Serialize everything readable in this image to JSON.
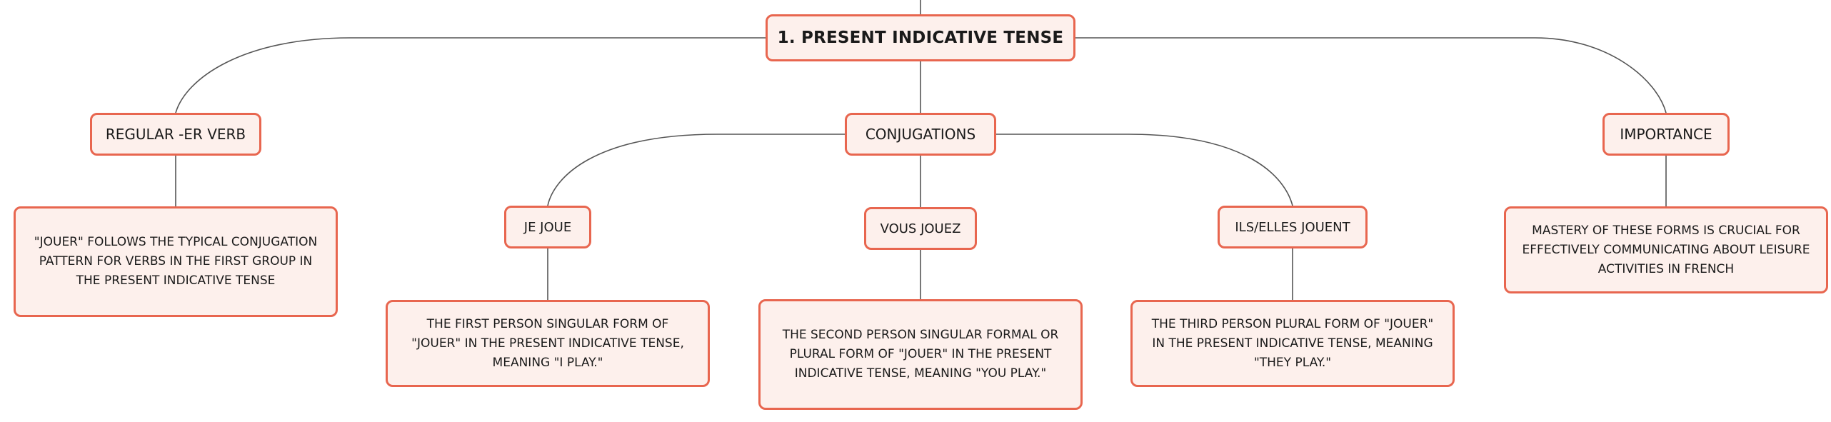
{
  "root": {
    "label": "1. PRESENT INDICATIVE TENSE"
  },
  "branches": {
    "regular": {
      "label": "REGULAR -ER VERB",
      "description": "\"JOUER\" FOLLOWS THE TYPICAL CONJUGATION PATTERN FOR VERBS IN THE FIRST GROUP IN THE PRESENT INDICATIVE TENSE"
    },
    "conjugations": {
      "label": "CONJUGATIONS",
      "items": [
        {
          "label": "JE JOUE",
          "description": "THE FIRST PERSON SINGULAR FORM OF \"JOUER\" IN THE PRESENT INDICATIVE TENSE, MEANING \"I PLAY.\""
        },
        {
          "label": "VOUS JOUEZ",
          "description": "THE SECOND PERSON SINGULAR FORMAL OR PLURAL FORM OF \"JOUER\" IN THE PRESENT INDICATIVE TENSE, MEANING \"YOU PLAY.\""
        },
        {
          "label": "ILS/ELLES JOUENT",
          "description": "THE THIRD PERSON PLURAL FORM OF \"JOUER\" IN THE PRESENT INDICATIVE TENSE, MEANING \"THEY PLAY.\""
        }
      ]
    },
    "importance": {
      "label": "IMPORTANCE",
      "description": "MASTERY OF THESE FORMS IS CRUCIAL FOR EFFECTIVELY COMMUNICATING ABOUT LEISURE ACTIVITIES IN FRENCH"
    }
  },
  "colors": {
    "node_border": "#e8664f",
    "node_fill": "#fdf0ec",
    "connector": "#555555"
  }
}
